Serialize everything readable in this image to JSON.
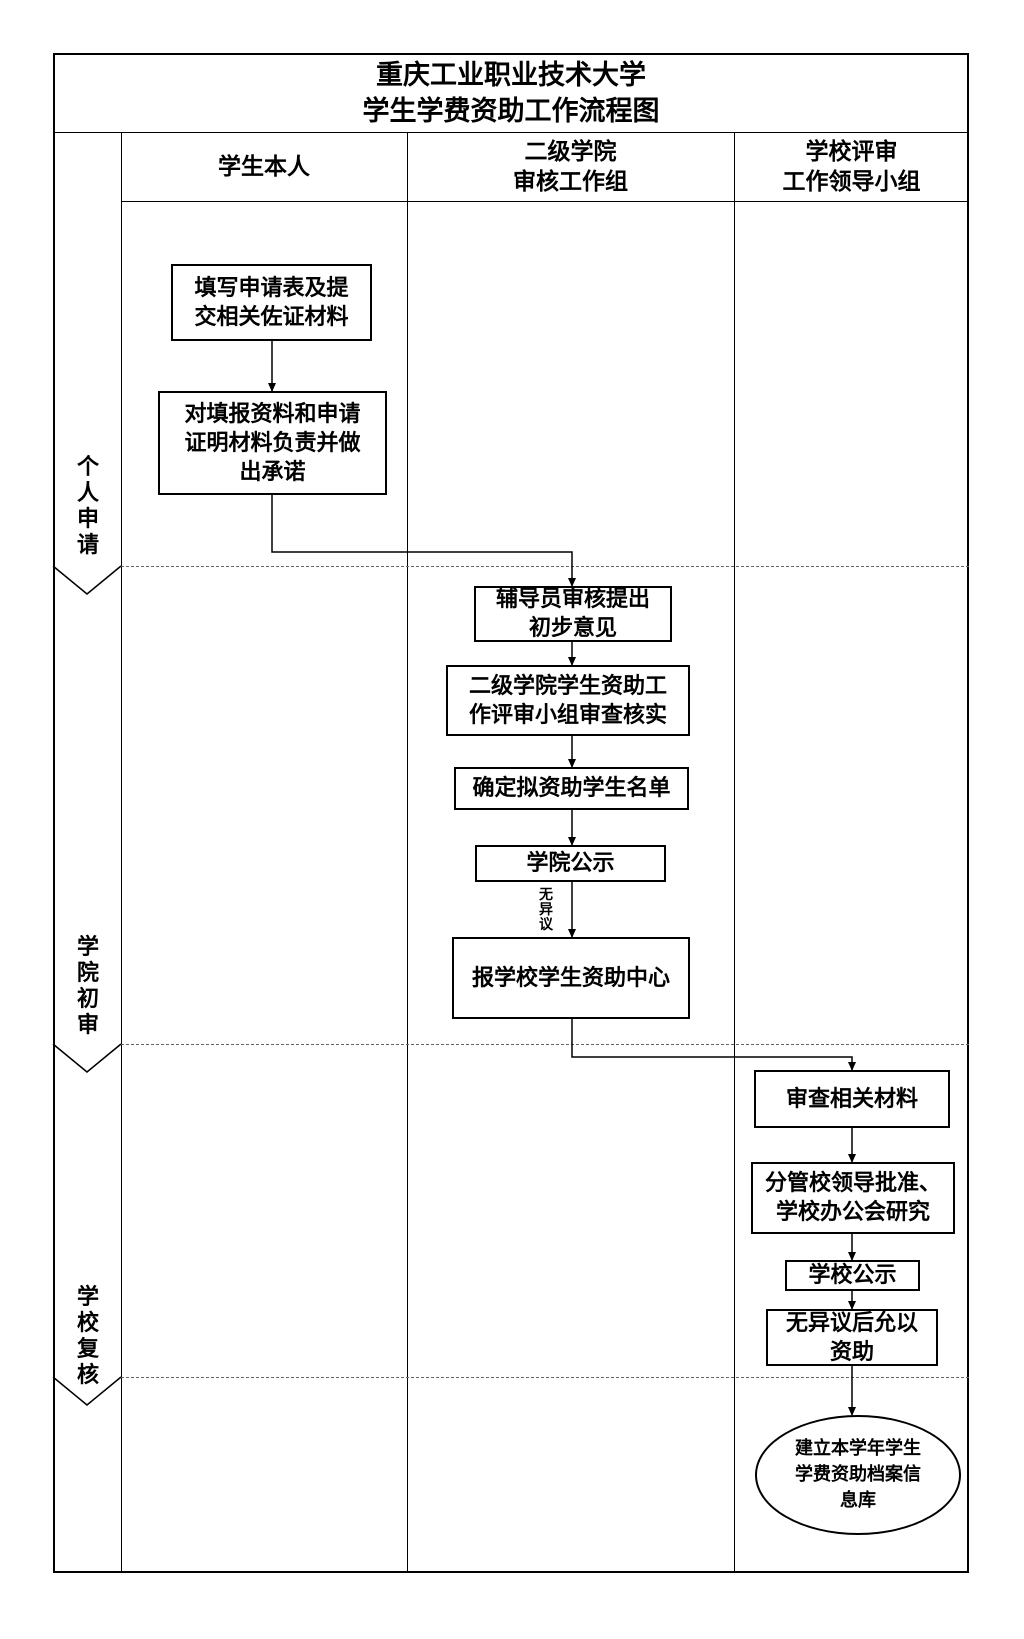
{
  "title": {
    "line1": "重庆工业职业技术大学",
    "line2": "学生学费资助工作流程图"
  },
  "columns": {
    "student": {
      "line1": "学生本人"
    },
    "college": {
      "line1": "二级学院",
      "line2": "审核工作组"
    },
    "school": {
      "line1": "学校评审",
      "line2": "工作领导小组"
    }
  },
  "phases": {
    "apply": [
      "个",
      "人",
      "申",
      "请"
    ],
    "first": [
      "学",
      "院",
      "初",
      "审"
    ],
    "review": [
      "学",
      "校",
      "复",
      "核"
    ]
  },
  "nodes": {
    "fill_form": {
      "lines": [
        "填写申请表及提",
        "交相关佐证材料"
      ]
    },
    "commit": {
      "lines": [
        "对填报资料和申请",
        "证明材料负责并做",
        "出承诺"
      ]
    },
    "counselor": {
      "lines": [
        "辅导员审核提出",
        "初步意见"
      ]
    },
    "college_review": {
      "lines": [
        "二级学院学生资助工",
        "作评审小组审查核实"
      ]
    },
    "confirm_list": {
      "lines": [
        "确定拟资助学生名单"
      ]
    },
    "college_publicity": {
      "lines": [
        "学院公示"
      ]
    },
    "report_center": {
      "lines": [
        "报学校学生资助中心"
      ]
    },
    "check_materials": {
      "lines": [
        "审查相关材料"
      ]
    },
    "leader_approve": {
      "lines": [
        "分管校领导批准、",
        "学校办公会研究"
      ]
    },
    "school_publicity": {
      "lines": [
        "学校公示"
      ]
    },
    "grant": {
      "lines": [
        "无异议后允以",
        "资助"
      ]
    },
    "archive": {
      "lines": [
        "建立本学年学生",
        "学费资助档案信",
        "息库"
      ]
    }
  },
  "edge_labels": {
    "no_objection": [
      "无",
      "异",
      "议"
    ]
  }
}
